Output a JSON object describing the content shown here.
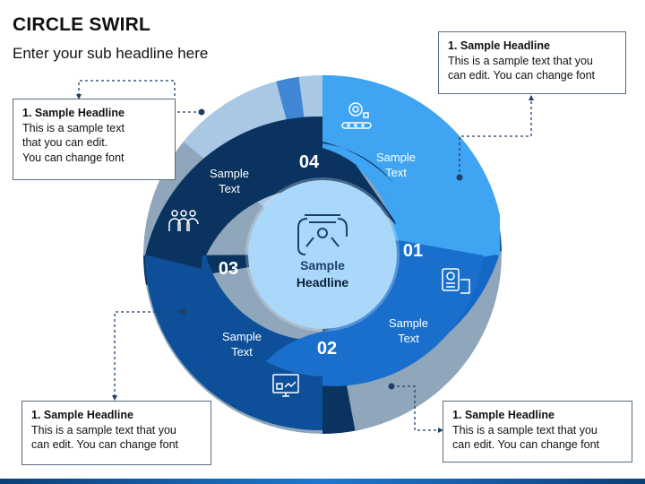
{
  "title": "CIRCLE SWIRL",
  "subtitle": "Enter your sub headline here",
  "center": {
    "line1": "Sample",
    "line2": "Headline"
  },
  "segments": [
    {
      "number": "01",
      "text_line1": "Sample",
      "text_line2": "Text",
      "icon": "conveyor-gear-icon"
    },
    {
      "number": "02",
      "text_line1": "Sample",
      "text_line2": "Text",
      "icon": "finance-document-icon"
    },
    {
      "number": "03",
      "text_line1": "Sample",
      "text_line2": "Text",
      "icon": "dashboard-monitor-icon"
    },
    {
      "number": "04",
      "text_line1": "Sample",
      "text_line2": "Text",
      "icon": "team-group-icon"
    }
  ],
  "callouts": [
    {
      "headline": "1. Sample Headline",
      "text_line1": "This is a sample text that you",
      "text_line2": "can edit. You can change font"
    },
    {
      "headline": "1. Sample Headline",
      "text_line1": "This is a sample text",
      "text_line2": "that you can edit.",
      "text_line3": "You can change font"
    },
    {
      "headline": "1. Sample Headline",
      "text_line1": "This is a sample text that you",
      "text_line2": "can edit. You can change font"
    },
    {
      "headline": "1. Sample Headline",
      "text_line1": "This is a sample text that you",
      "text_line2": "can edit. You can change font"
    }
  ],
  "colors": {
    "seg1": "#3fa4f2",
    "seg2": "#1268c4",
    "seg3": "#0d4f99",
    "seg4": "#0b335f",
    "center": "#a9d8fa",
    "outer_gray": "#8fa6bb",
    "outer_light": "#a9c8e3"
  }
}
